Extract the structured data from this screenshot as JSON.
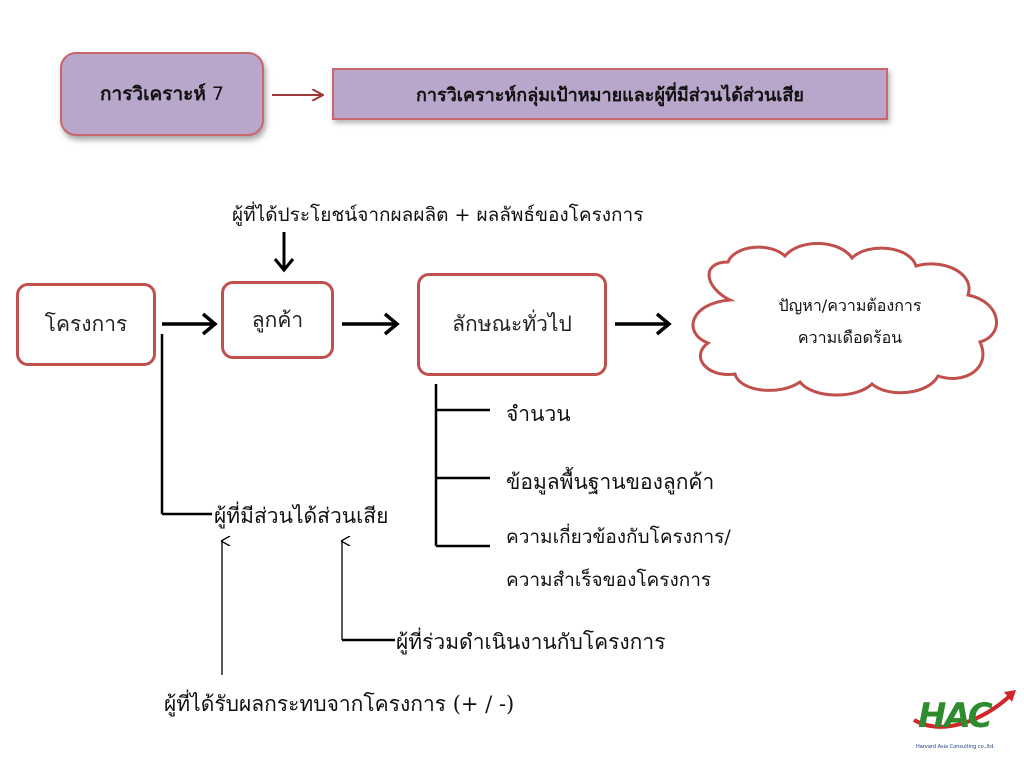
{
  "header": {
    "analysis_label": "การวิเคราะห์",
    "analysis_number": "7",
    "topic": "การวิเคราะห์กลุ่มเป้าหมายและผู้ที่มีส่วนได้ส่วนเสีย"
  },
  "diagram": {
    "beneficiaries": "ผู้ที่ได้ประโยชน์จากผลผลิต + ผลลัพธ์ของโครงการ",
    "project": "โครงการ",
    "customer": "ลูกค้า",
    "characteristics": "ลักษณะทั่วไป",
    "needs_line1": "ปัญหา/ความต้องการ",
    "needs_line2": "ความเดือดร้อน",
    "branch_items": [
      "จำนวน",
      "ข้อมูลพื้นฐานของลูกค้า",
      "ความเกี่ยวข้องกับโครงการ/",
      "ความสำเร็จของโครงการ"
    ],
    "stakeholders": "ผู้ที่มีส่วนได้ส่วนเสีย",
    "co_operators": "ผู้ที่ร่วมดำเนินงานกับโครงการ",
    "affected": "ผู้ที่ได้รับผลกระทบจากโครงการ (+ / -)"
  },
  "logo": {
    "name": "HAC",
    "tagline": "Harvard Asia Consulting co.,ltd."
  },
  "colors": {
    "box_fill": "#b9a6cb",
    "node_border": "#c0504d",
    "arrow": "#000000",
    "logo_green": "#2e8b2e",
    "logo_red": "#d0262a"
  }
}
